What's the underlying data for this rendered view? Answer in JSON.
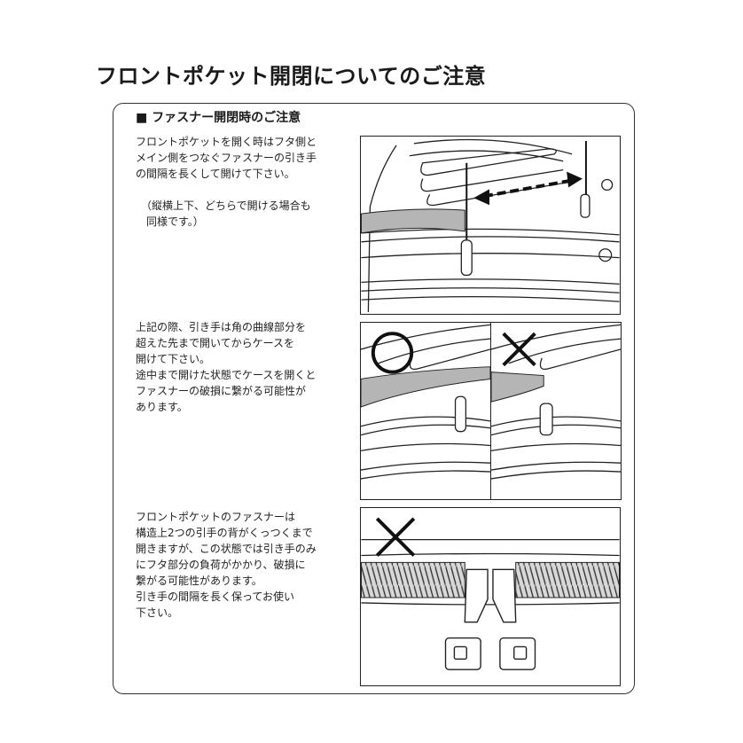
{
  "page_title": "フロントポケット開閉についてのご注意",
  "card": {
    "heading": "■ ファスナー開閉時のご注意",
    "sections": [
      {
        "lines": [
          "フロントポケットを開く時はフタ側と",
          "メイン側をつなぐファスナーの引き手",
          "の間隔を長くして開けて下さい。"
        ],
        "note_lines": [
          "（縦横上下、どちらで開ける場合も",
          "同様です。）"
        ]
      },
      {
        "lines": [
          "上記の際、引き手は角の曲線部分を",
          "超えた先まで開いてからケースを",
          "開けて下さい。",
          "途中まで開けた状態でケースを開くと",
          "ファスナーの破損に繋がる可能性が",
          "あります。"
        ]
      },
      {
        "lines": [
          "フロントポケットのファスナーは",
          "構造上2つの引手の背がくっつくまで",
          "開きますが、この状態では引き手のみ",
          "にフタ部分の負荷がかかり、破損に",
          "繋がる可能性があります。",
          "引き手の間隔を長く保ってお使い",
          "下さい。"
        ]
      }
    ]
  },
  "illustrations": [
    {
      "name": "zipper-pulls-apart",
      "marker": "arrow"
    },
    {
      "name": "correct-open-past-corner",
      "marker": "circle-ok-icon"
    },
    {
      "name": "wrong-open-before-corner",
      "marker": "cross-ng-icon"
    },
    {
      "name": "wrong-pulls-together",
      "marker": "cross-ng-icon"
    }
  ],
  "colors": {
    "text": "#1a1a1a",
    "line": "#222222",
    "shade": "#b5b5b5"
  }
}
